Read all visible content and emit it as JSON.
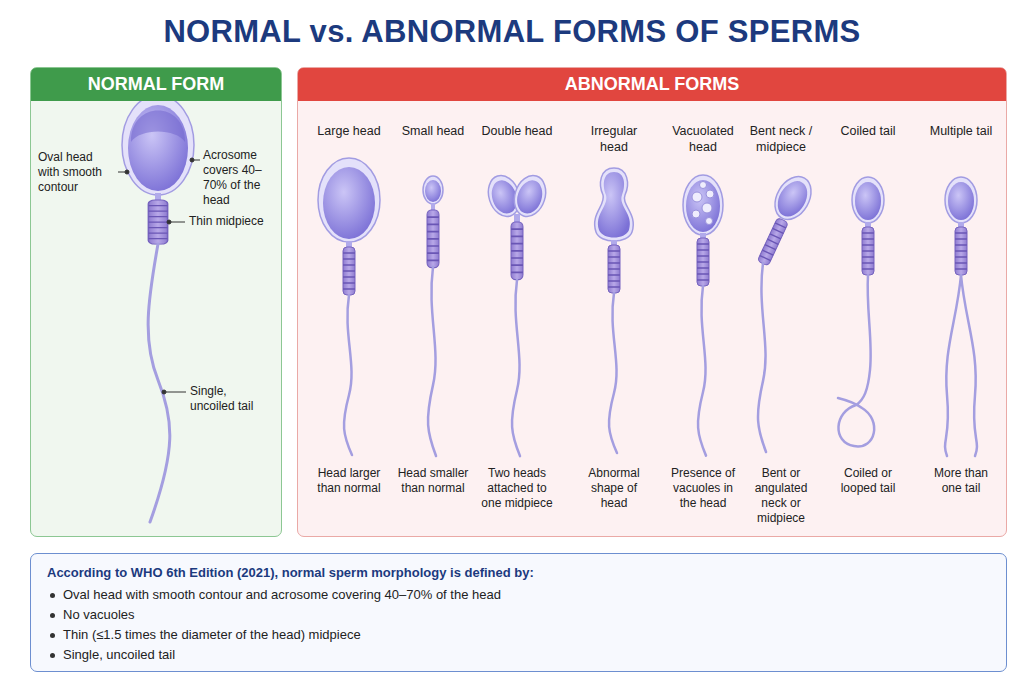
{
  "diagram": {
    "title": "NORMAL vs. ABNORMAL FORMS OF SPERMS",
    "nodes": [
      {
        "text": [
          "NORMAL FORM"
        ]
      },
      {
        "text": [
          "ABNORMAL FORMS"
        ]
      },
      {
        "text": [
          "According to WHO 6th Edition (2021), normal sperm morphology is defined by:",
          "Oval head with smooth contour and acrosome covering 40–70% of the head",
          "No vacuoles",
          "Thin (≤1.5 times the diameter of the head) midpiece",
          "Single, uncoiled tail"
        ]
      }
    ],
    "labels": [
      "Oval head with smooth contour",
      "Acrosome covers 40–70% of the head",
      "Thin midpiece",
      "Single, uncoiled tail",
      "Large head",
      "Head larger than normal",
      "Small head",
      "Head smaller than normal",
      "Double head",
      "Two heads attached to one midpiece",
      "Irregular head",
      "Abnormal shape of head",
      "Vacuolated head",
      "Presence of vacuoles in the head",
      "Bent neck / midpiece",
      "Bent or angulated neck or midpiece",
      "Coiled tail",
      "Coiled or looped tail",
      "Multiple tail",
      "More than one tail"
    ]
  }
}
